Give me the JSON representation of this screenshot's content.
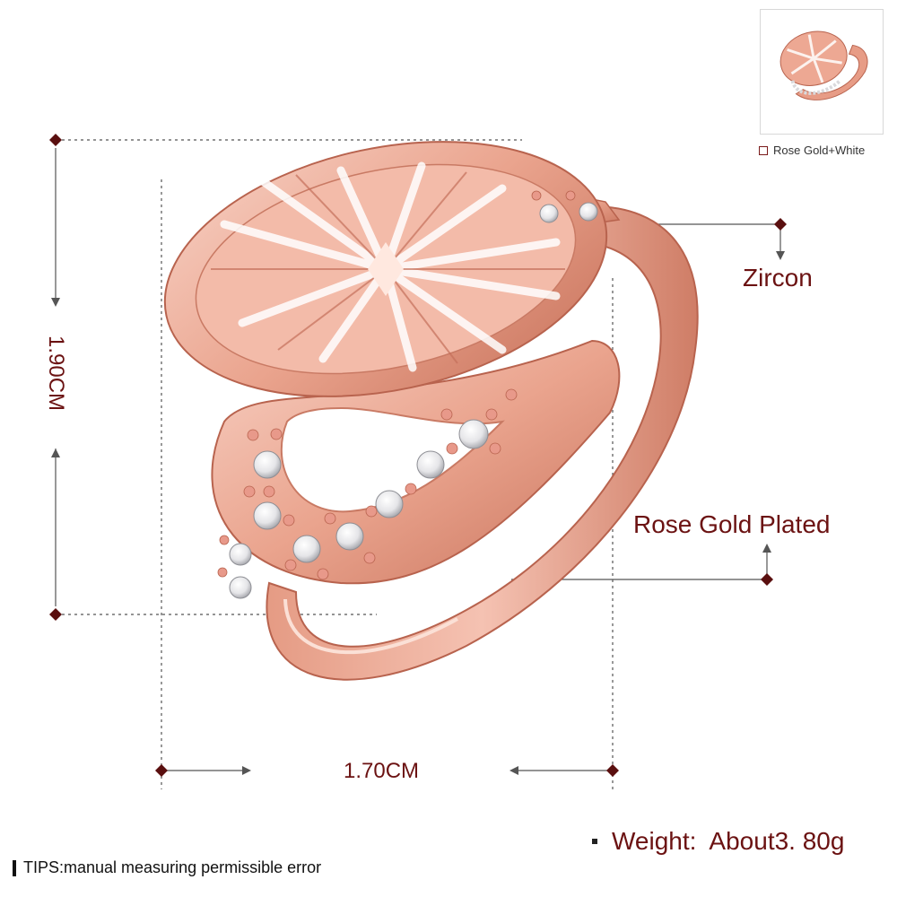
{
  "image": {
    "subject": "rose-gold-ring",
    "colors": {
      "metal_light": "#f6c7b8",
      "metal_mid": "#e9a08a",
      "metal_dark": "#c5705b",
      "label_maroon": "#6b1212",
      "guide_gray": "#555555"
    }
  },
  "thumbnail": {
    "variant_label": "Rose Gold+White"
  },
  "callouts": {
    "zircon": "Zircon",
    "plating": "Rose Gold Plated"
  },
  "dimensions": {
    "height_label": "1.90CM",
    "width_label": "1.70CM"
  },
  "specs": {
    "weight_key": "Weight:",
    "weight_value": "About3. 80g"
  },
  "footer": {
    "tips": "TIPS:manual measuring permissible error"
  }
}
